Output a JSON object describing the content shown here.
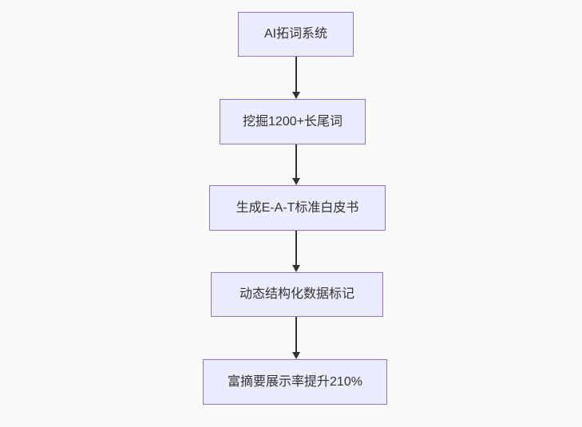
{
  "flowchart": {
    "direction": "top-down",
    "node_fill": "#ececff",
    "node_border": "#9370db",
    "text_color": "#333333",
    "arrow_color": "#333333",
    "background": "#fafafa",
    "nodes": [
      {
        "label": "AI拓词系统"
      },
      {
        "label": "挖掘1200+长尾词"
      },
      {
        "label": "生成E-A-T标准白皮书"
      },
      {
        "label": "动态结构化数据标记"
      },
      {
        "label": "富摘要展示率提升210%"
      }
    ]
  }
}
